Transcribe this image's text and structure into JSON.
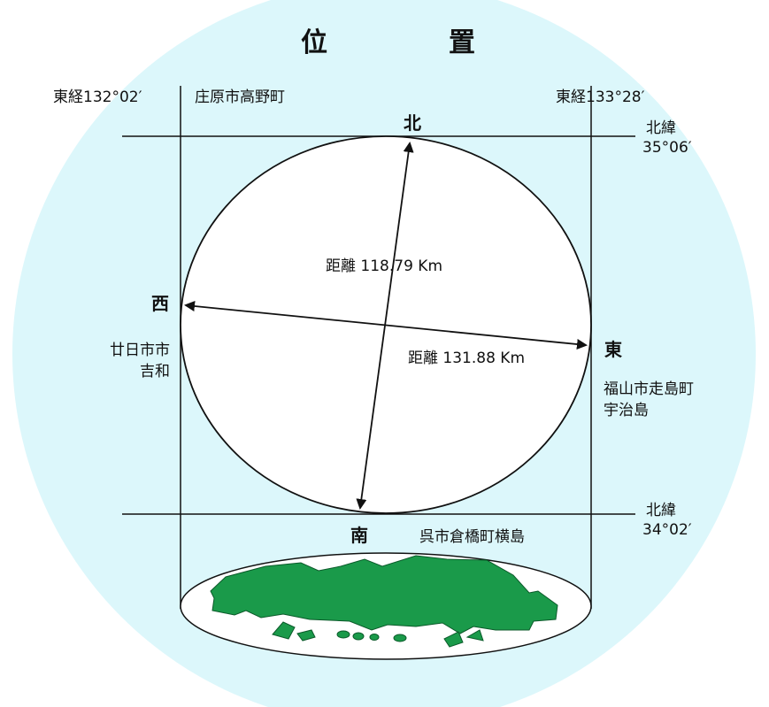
{
  "title": {
    "char1": "位",
    "char2": "置"
  },
  "meridians": {
    "west": "東経132°02′",
    "east": "東経133°28′"
  },
  "parallels": {
    "north_line1": "北緯",
    "north_line2": "35°06′",
    "south_line1": "北緯",
    "south_line2": "34°02′"
  },
  "directions": {
    "north": "北",
    "south": "南",
    "east": "東",
    "west": "西"
  },
  "places": {
    "north": "庄原市高野町",
    "west_line1": "廿日市市",
    "west_line2": "吉和",
    "east_line1": "福山市走島町",
    "east_line2": "宇治島",
    "south": "呉市倉橋町横島"
  },
  "distances": {
    "north_south": "距離 118.79 Km",
    "east_west": "距離 131.88 Km"
  },
  "colors": {
    "background_circle": "#dcf7fb",
    "ellipse_fill": "#ffffff",
    "land_fill": "#1a9a4a",
    "lines": "#111111"
  }
}
